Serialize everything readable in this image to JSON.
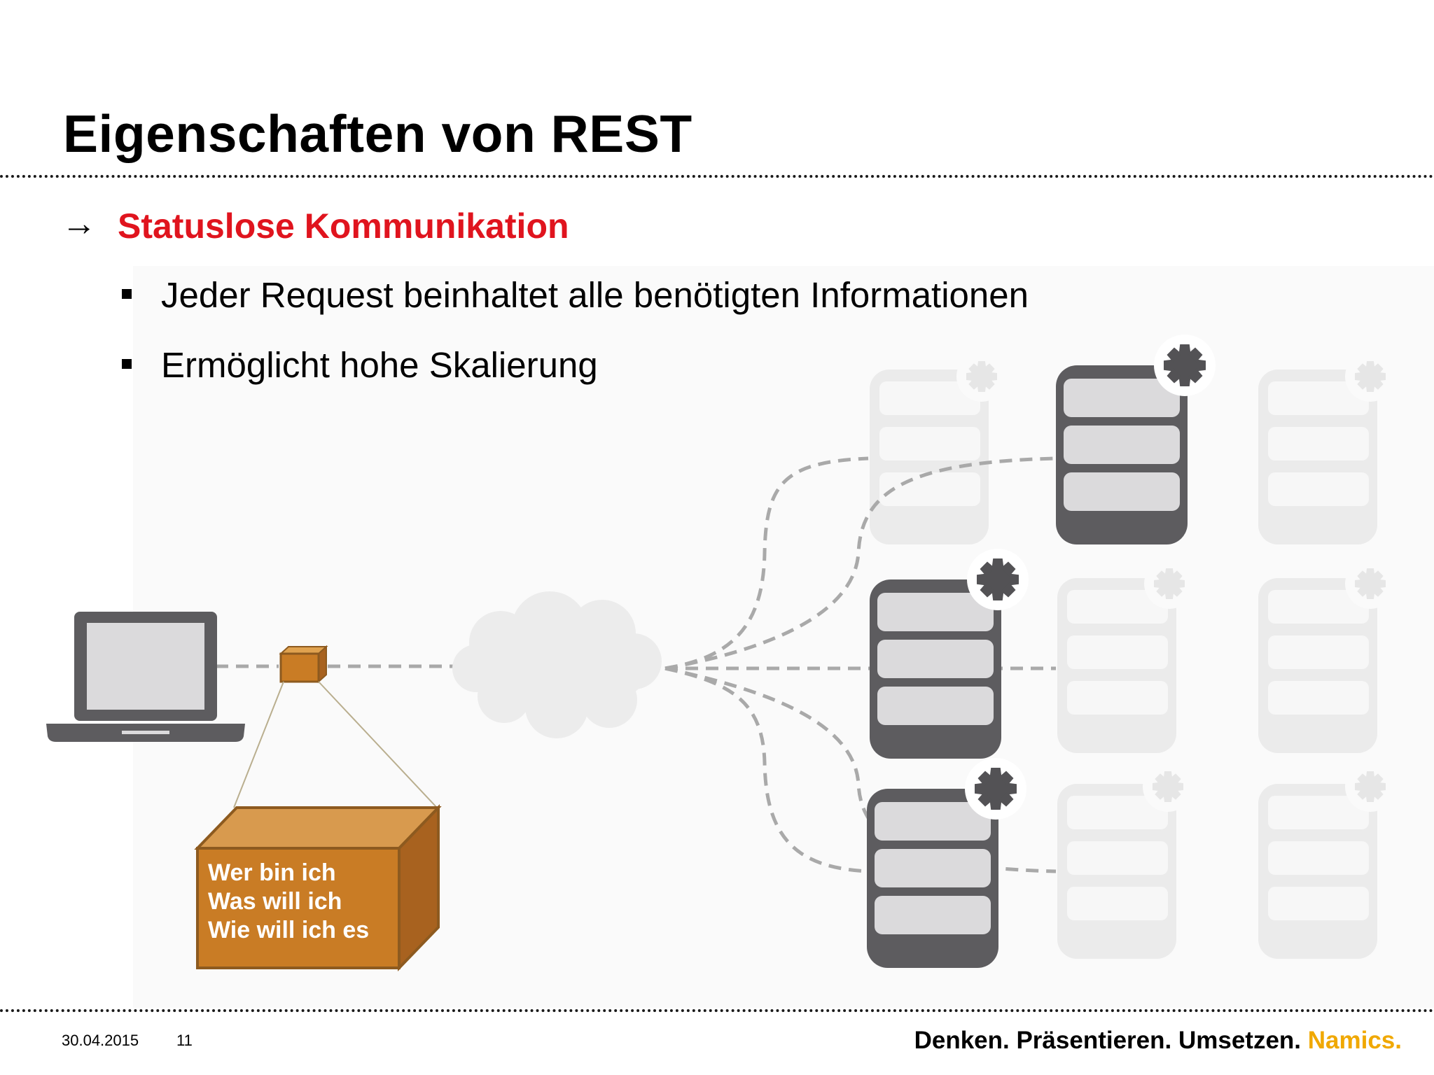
{
  "slide": {
    "title": "Eigenschaften von REST",
    "heading_arrow": "→",
    "heading": "Statuslose Kommunikation",
    "bullets": [
      "Jeder Request beinhaltet alle benötigten Informationen",
      "Ermöglicht hohe Skalierung"
    ]
  },
  "diagram": {
    "package_lines": [
      "Wer bin ich",
      "Was will ich",
      "Wie will ich es"
    ],
    "icons": [
      "laptop-icon",
      "package-icon",
      "cloud-icon",
      "server-icon",
      "gear-icon"
    ],
    "colors": {
      "server_active": "#5d5c5f",
      "server_inactive": "#eeeeee",
      "package": "#c97c25",
      "connection": "#aaaaaa"
    }
  },
  "footer": {
    "date": "30.04.2015",
    "page": "11",
    "slogan": "Denken. Präsentieren. Umsetzen.",
    "brand": "Namics."
  }
}
